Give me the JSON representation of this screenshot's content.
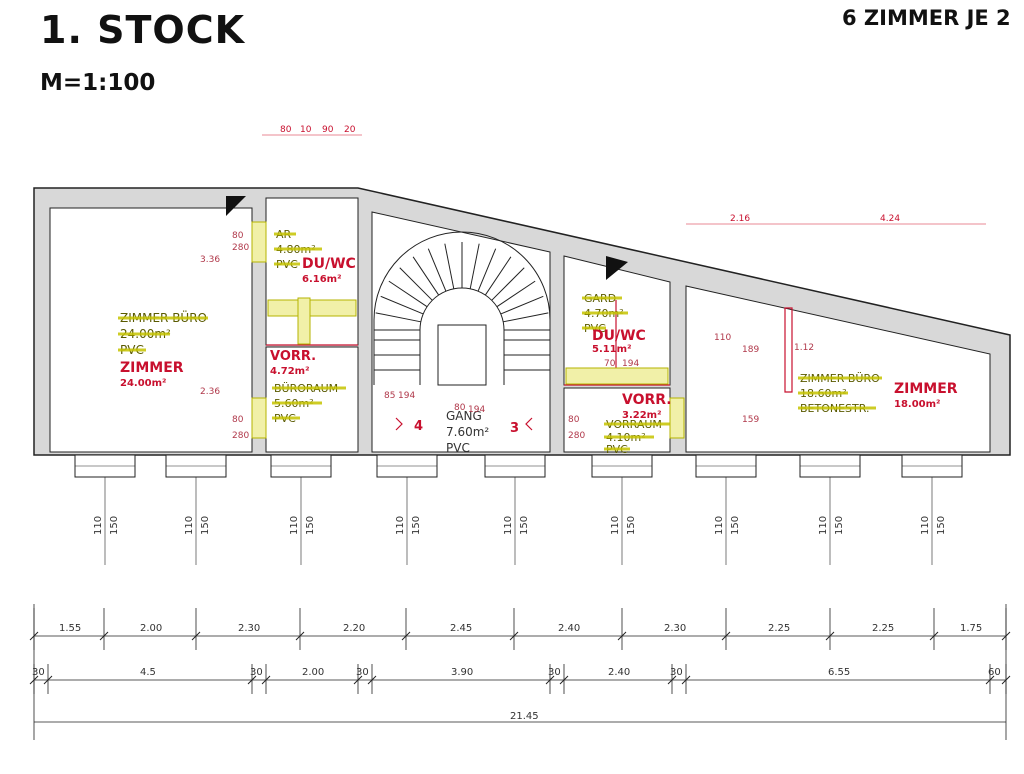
{
  "header": {
    "title": "1. STOCK",
    "scale": "M=1:100",
    "right_title": "6 ZIMMER JE 2"
  },
  "rooms": [
    {
      "id": "r1",
      "name": "ZIMMER",
      "area": "24.00m²",
      "old_name": "ZIMMER BÜRO",
      "old_area": "24.00m²",
      "old_floor": "PVC"
    },
    {
      "id": "r2",
      "name": "DU/WC",
      "area": "6.16m²",
      "old_name": "AR",
      "old_area": "4.80m²",
      "old_floor": "PVC"
    },
    {
      "id": "r3",
      "name": "VORR.",
      "area": "4.72m²",
      "old_name": "BÜRORAUM",
      "old_area": "5.60m²",
      "old_floor": "PVC"
    },
    {
      "id": "r4",
      "name": "GANG",
      "area": "7.60m²",
      "floor": "PVC"
    },
    {
      "id": "r5",
      "name": "DU/WC",
      "area": "5.11m²",
      "old_name": "GARD",
      "old_area": "4.70m²",
      "old_floor": "PVC"
    },
    {
      "id": "r6",
      "name": "VORR.",
      "area": "3.22m²",
      "old_name": "VORRAUM",
      "old_area": "4.10m²",
      "old_floor": "PVC"
    },
    {
      "id": "r7",
      "name": "ZIMMER",
      "area": "18.00m²",
      "old_name": "ZIMMER BÜRO",
      "old_area": "18.60m²",
      "old_floor": "BETONESTR."
    }
  ],
  "markers": {
    "step_left": "4",
    "step_right": "3"
  },
  "dims_top": [
    "80",
    "10",
    "90",
    "20",
    "2.16",
    "4.24"
  ],
  "dims_inner": [
    "80",
    "280",
    "80",
    "280",
    "85",
    "194",
    "80",
    "194",
    "70",
    "194",
    "80",
    "280",
    "3.36",
    "2.36",
    "110",
    "189",
    "159",
    "1.12"
  ],
  "window_dims": {
    "lower": "110",
    "upper": "150",
    "count": 9
  },
  "dims_row1": [
    "1.55",
    "2.00",
    "2.30",
    "2.20",
    "2.45",
    "2.40",
    "2.30",
    "2.25",
    "2.25",
    "1.75"
  ],
  "dims_row2": [
    "30",
    "4.5",
    "30",
    "2.00",
    "30",
    "3.90",
    "30",
    "2.40",
    "30",
    "6.55",
    "60"
  ],
  "dims_total": "21.45",
  "colors": {
    "new": "#c8102e",
    "old": "#c6c400",
    "wall": "#d8d8d8",
    "line": "#222222"
  }
}
